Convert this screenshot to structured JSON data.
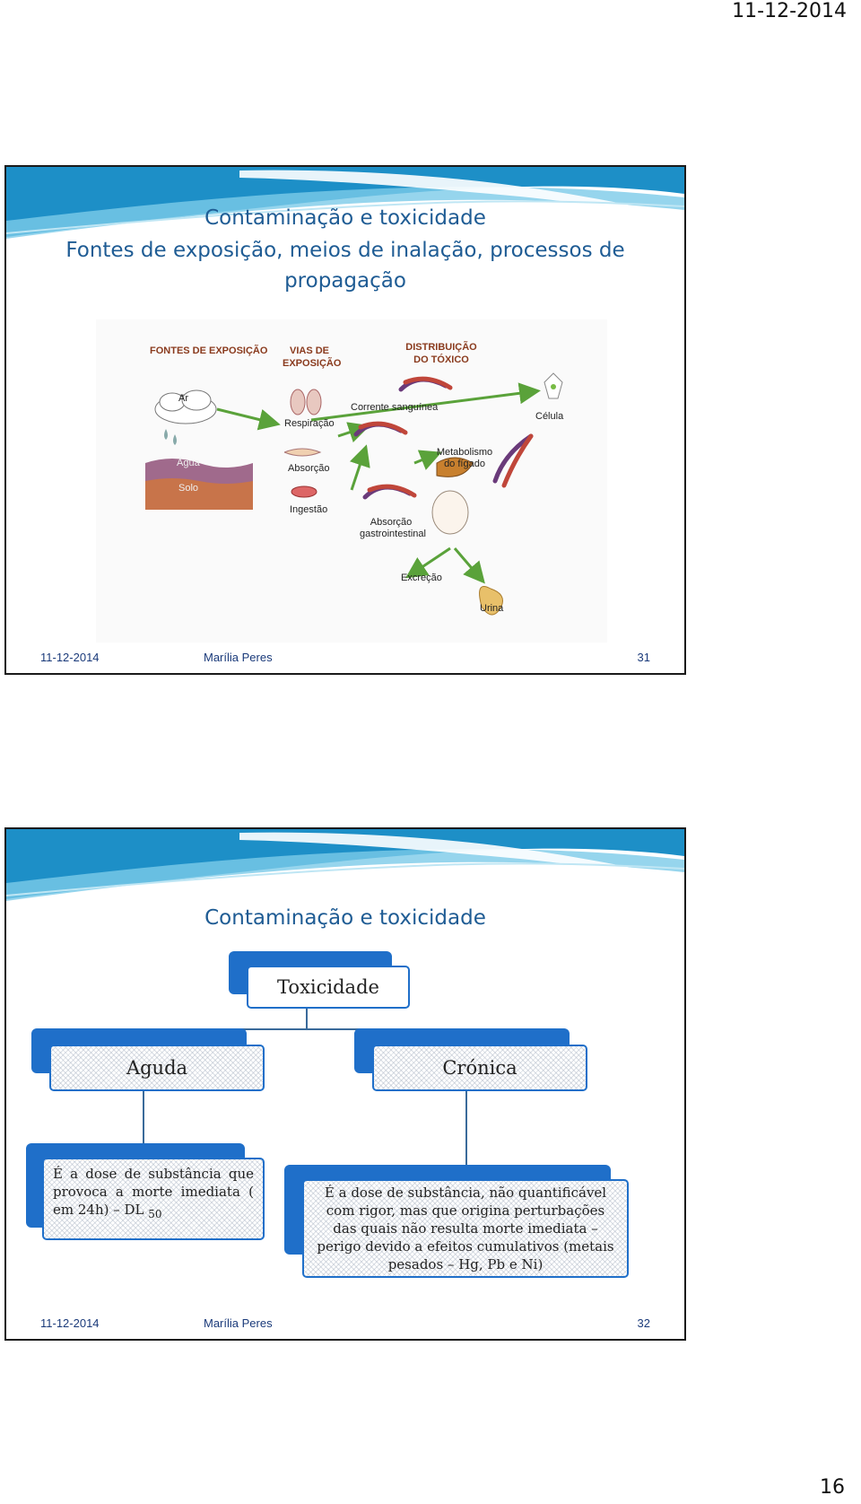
{
  "page": {
    "date": "11-12-2014",
    "number": "16"
  },
  "slide1": {
    "title_line1": "Contaminação e toxicidade",
    "title_line2": "Fontes  de exposição, meios de inalação, processos de",
    "title_line3": "propagação",
    "diagram": {
      "headers": {
        "fontes": "FONTES DE EXPOSIÇÃO",
        "vias": "VIAS DE EXPOSIÇÃO",
        "distribuicao": "DISTRIBUIÇÃO DO TÓXICO"
      },
      "labels": {
        "ar": "Ar",
        "agua": "Água",
        "solo": "Solo",
        "respiracao": "Respiração",
        "absorcao": "Absorção",
        "ingestao": "Ingestão",
        "corrente": "Corrente sanguínea",
        "celula": "Célula",
        "metabolismo": "Metabolismo do fígado",
        "absorcao_gi": "Absorção gastrointestinal",
        "excrecao": "Excreção",
        "urina": "Urina"
      }
    },
    "footer": {
      "date": "11-12-2014",
      "author": "Marília Peres",
      "number": "31"
    }
  },
  "slide2": {
    "title": "Contaminação e toxicidade",
    "root": "Toxicidade",
    "left": "Aguda",
    "right": "Crónica",
    "left_desc_line1": "É a dose de substância que provoca a morte imediata  ( em 24h) – DL",
    "left_desc_sub": "50",
    "right_desc": "É a dose de substância, não quantificável com rigor, mas que origina perturbações das quais não resulta morte imediata – perigo devido a efeitos cumulativos (metais pesados – Hg, Pb e Ni)",
    "footer": {
      "date": "11-12-2014",
      "author": "Marília Peres",
      "number": "32"
    }
  },
  "colors": {
    "title_blue": "#1f5c94",
    "box_blue": "#1f6fc9",
    "header_cyan": "#2aa7d8"
  }
}
